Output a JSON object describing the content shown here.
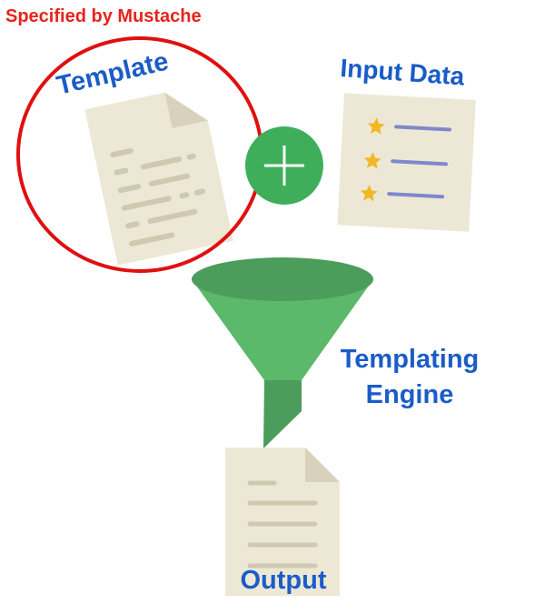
{
  "header": {
    "text": "Specified by Mustache",
    "color": "#e8231b"
  },
  "template": {
    "label": "Template",
    "label_color": "#1a5cc8",
    "circle_color": "#e01010",
    "doc_icon": "document-icon"
  },
  "plus": {
    "icon": "plus-icon",
    "color": "#3fae5a"
  },
  "input_data": {
    "label": "Input Data",
    "label_color": "#1a5cc8",
    "rows": [
      {
        "icon": "star-icon",
        "line_color": "#7f88cc"
      },
      {
        "icon": "star-icon",
        "line_color": "#7f88cc"
      },
      {
        "icon": "star-icon",
        "line_color": "#7f88cc"
      }
    ],
    "star_color": "#f2b824"
  },
  "engine": {
    "label_line1": "Templating",
    "label_line2": "Engine",
    "label_color": "#1a5cc8",
    "icon": "funnel-icon",
    "funnel_color": "#5cb86a",
    "funnel_dark": "#4c9c5b"
  },
  "output": {
    "label": "Output",
    "label_color": "#1a5cc8",
    "doc_icon": "document-icon"
  },
  "colors": {
    "paper": "#ede8d6",
    "paper_fold": "#d8d2bc",
    "text_line": "#cfc9b1"
  }
}
